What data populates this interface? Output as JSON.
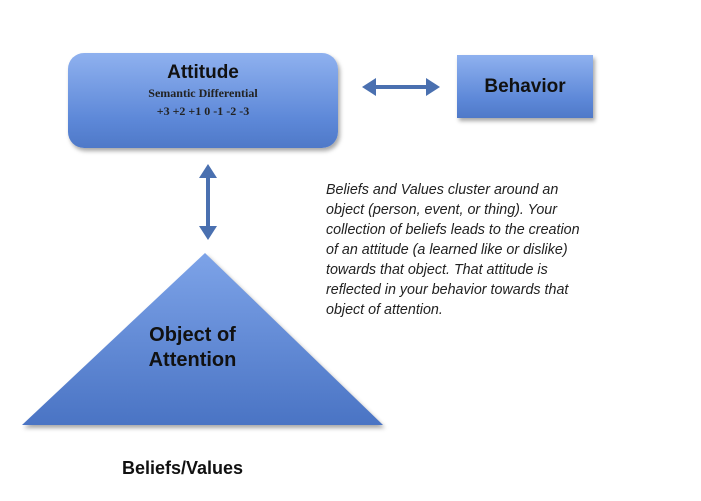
{
  "attitude": {
    "title": "Attitude",
    "subtitle": "Semantic Differential",
    "scale": "+3 +2 +1 0 -1 -2 -3"
  },
  "behavior": {
    "label": "Behavior"
  },
  "object": {
    "line1": "Object of",
    "line2": "Attention"
  },
  "beliefs_label": "Beliefs/Values",
  "paragraph": {
    "lines": [
      "Beliefs and Values cluster around an",
      "object (person, event, or thing). Your",
      "collection of beliefs leads to the creation",
      "of an attitude (a learned like or dislike)",
      "towards that object. That attitude is",
      "reflected in your behavior towards that",
      "object of attention."
    ]
  },
  "colors": {
    "box_fill": "#6f97e0",
    "arrow": "#4a70b0",
    "triangle": "#4f7bcc"
  }
}
